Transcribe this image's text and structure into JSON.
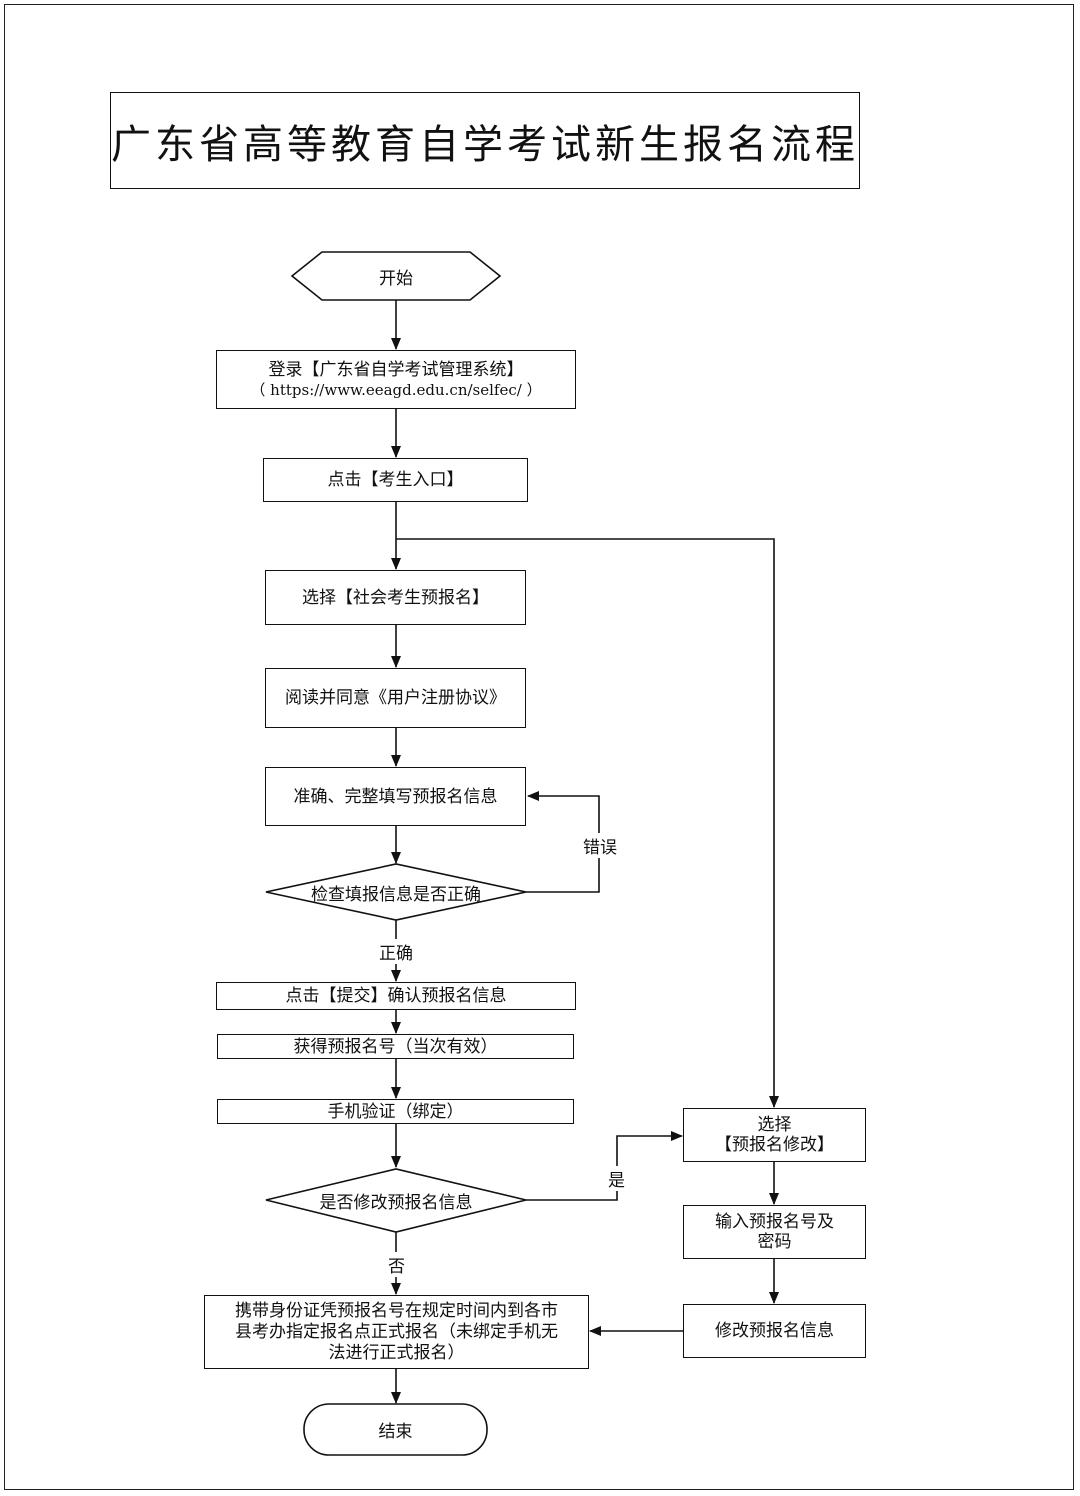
{
  "title": "广东省高等教育自学考试新生报名流程",
  "nodes": {
    "start": "开始",
    "login_line1": "登录【广东省自学考试管理系统】",
    "login_line2": "（ https://www.eeagd.edu.cn/selfec/ ）",
    "entry": "点击【考生入口】",
    "select_pre": "选择【社会考生预报名】",
    "agreement": "阅读并同意《用户注册协议》",
    "fill_info": "准确、完整填写预报名信息",
    "check": "检查填报信息是否正确",
    "submit": "点击【提交】确认预报名信息",
    "get_number": "获得预报名号（当次有效）",
    "phone": "手机验证（绑定）",
    "modify_q": "是否修改预报名信息",
    "formal_line1": "携带身份证凭预报名号在规定时间内到各市",
    "formal_line2": "县考办指定报名点正式报名（未绑定手机无",
    "formal_line3": "法进行正式报名）",
    "end": "结束",
    "select_mod_line1": "选择",
    "select_mod_line2": "【预报名修改】",
    "input_line1": "输入预报名号及",
    "input_line2": "密码",
    "modify_info": "修改预报名信息"
  },
  "edges": {
    "error": "错误",
    "correct": "正确",
    "yes": "是",
    "no": "否"
  }
}
